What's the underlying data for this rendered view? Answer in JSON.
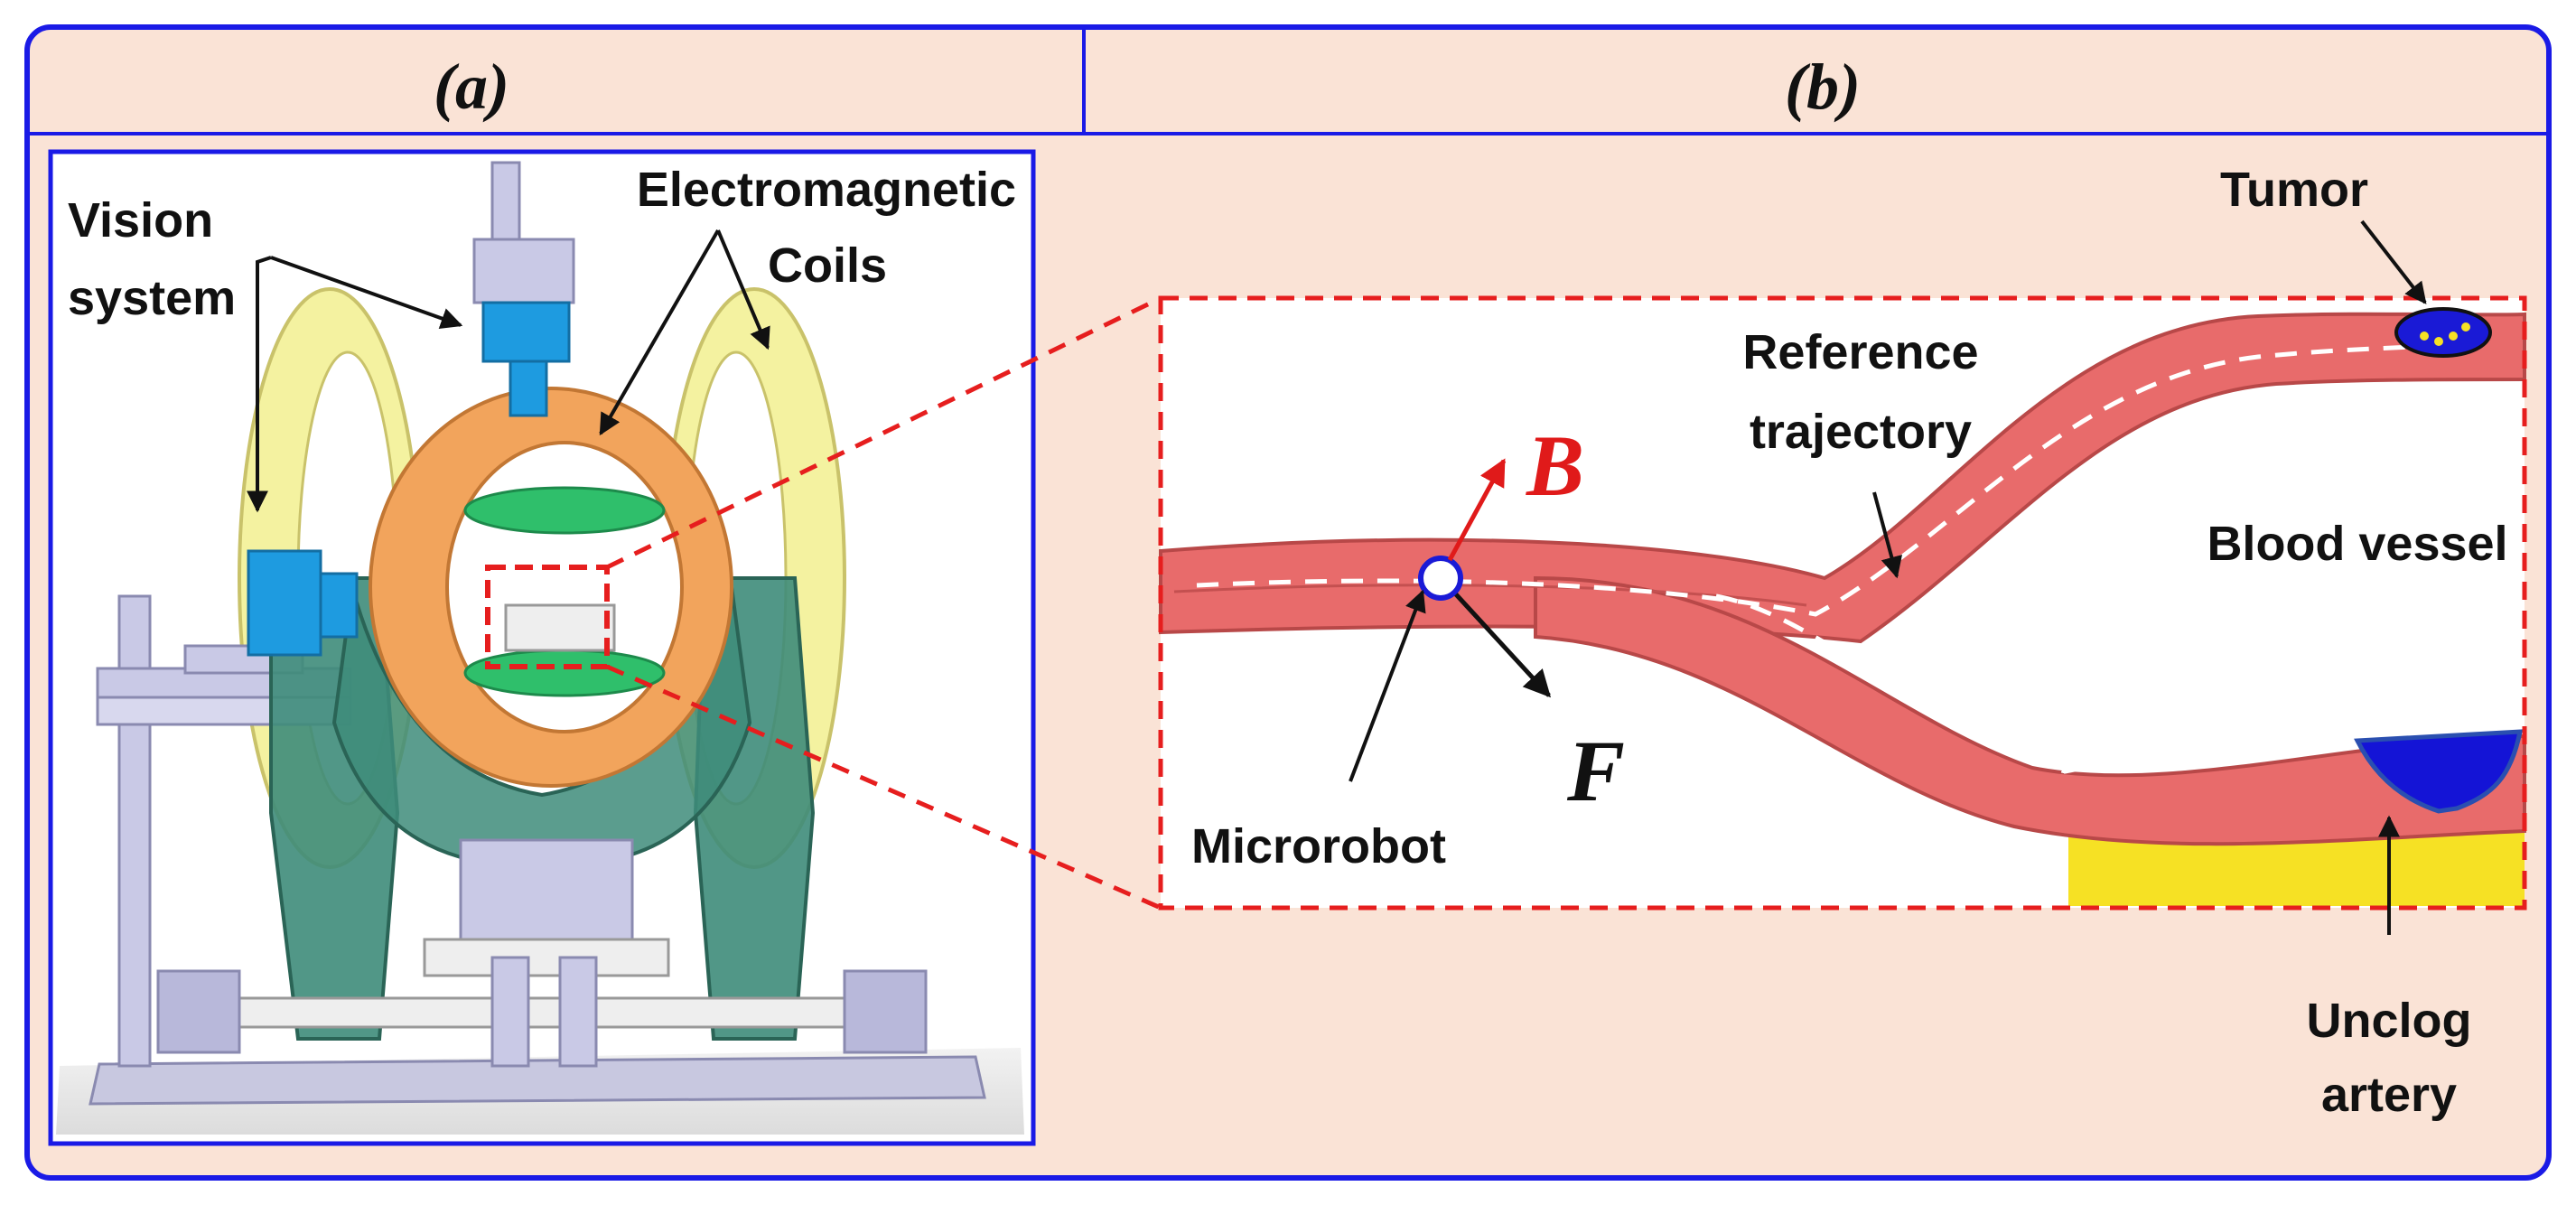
{
  "panels": {
    "a": {
      "label": "(a)"
    },
    "b": {
      "label": "(b)"
    }
  },
  "labels": {
    "vision_system_line1": "Vision",
    "vision_system_line2": "system",
    "coils_line1": "Electromagnetic",
    "coils_line2": "Coils",
    "tumor": "Tumor",
    "reference_line1": "Reference",
    "reference_line2": "trajectory",
    "blood_vessel": "Blood vessel",
    "microrobot": "Microrobot",
    "unclog_line1": "Unclog",
    "unclog_line2": "artery",
    "field_vector": "B",
    "force_vector": "F"
  },
  "colors": {
    "frame_border": "#1a1ae6",
    "frame_background": "#fae3d6",
    "zoom_box": "#e61e1e",
    "vessel": "#e86b6b",
    "vessel_edge": "#b84848",
    "coil_ring": "#f2a45c",
    "helmholtz_coil": "#f4f2a0",
    "support_frame": "#3e8c7a",
    "camera": "#1e9be0",
    "clot": "#1414d6",
    "tumor": "#1a1ad6",
    "field_vector": "#e01a1a",
    "force_vector": "#111111",
    "yellow_block": "#f6e124"
  }
}
